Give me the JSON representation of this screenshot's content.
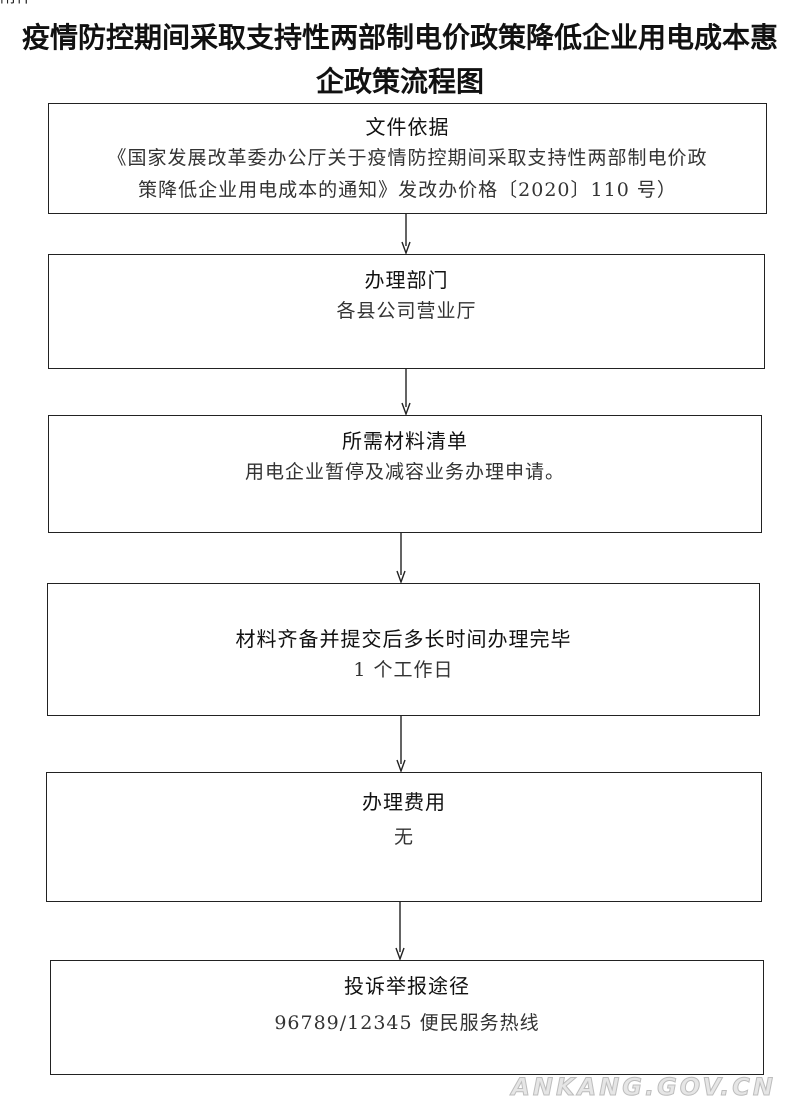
{
  "header": {
    "fragment": "附件",
    "title_line1": "疫情防控期间采取支持性两部制电价政策降低企业用电成本惠",
    "title_line2": "企政策流程图"
  },
  "steps": [
    {
      "title": "文件依据",
      "body_lines": [
        "《国家发展改革委办公厅关于疫情防控期间采取支持性两部制电价政",
        "策降低企业用电成本的通知》发改办价格〔2020〕110 号）"
      ]
    },
    {
      "title": "办理部门",
      "body_lines": [
        "各县公司营业厅"
      ]
    },
    {
      "title": "所需材料清单",
      "body_lines": [
        "用电企业暂停及减容业务办理申请。"
      ]
    },
    {
      "title": "材料齐备并提交后多长时间办理完毕",
      "body_lines": [
        "1 个工作日"
      ]
    },
    {
      "title": "办理费用",
      "body_lines": [
        "无"
      ]
    },
    {
      "title": "投诉举报途径",
      "body_lines": [
        "96789/12345 便民服务热线"
      ]
    }
  ],
  "watermark": "ANKANG.GOV.CN",
  "colors": {
    "line": "#222222",
    "watermark": "#bdbdbd"
  }
}
